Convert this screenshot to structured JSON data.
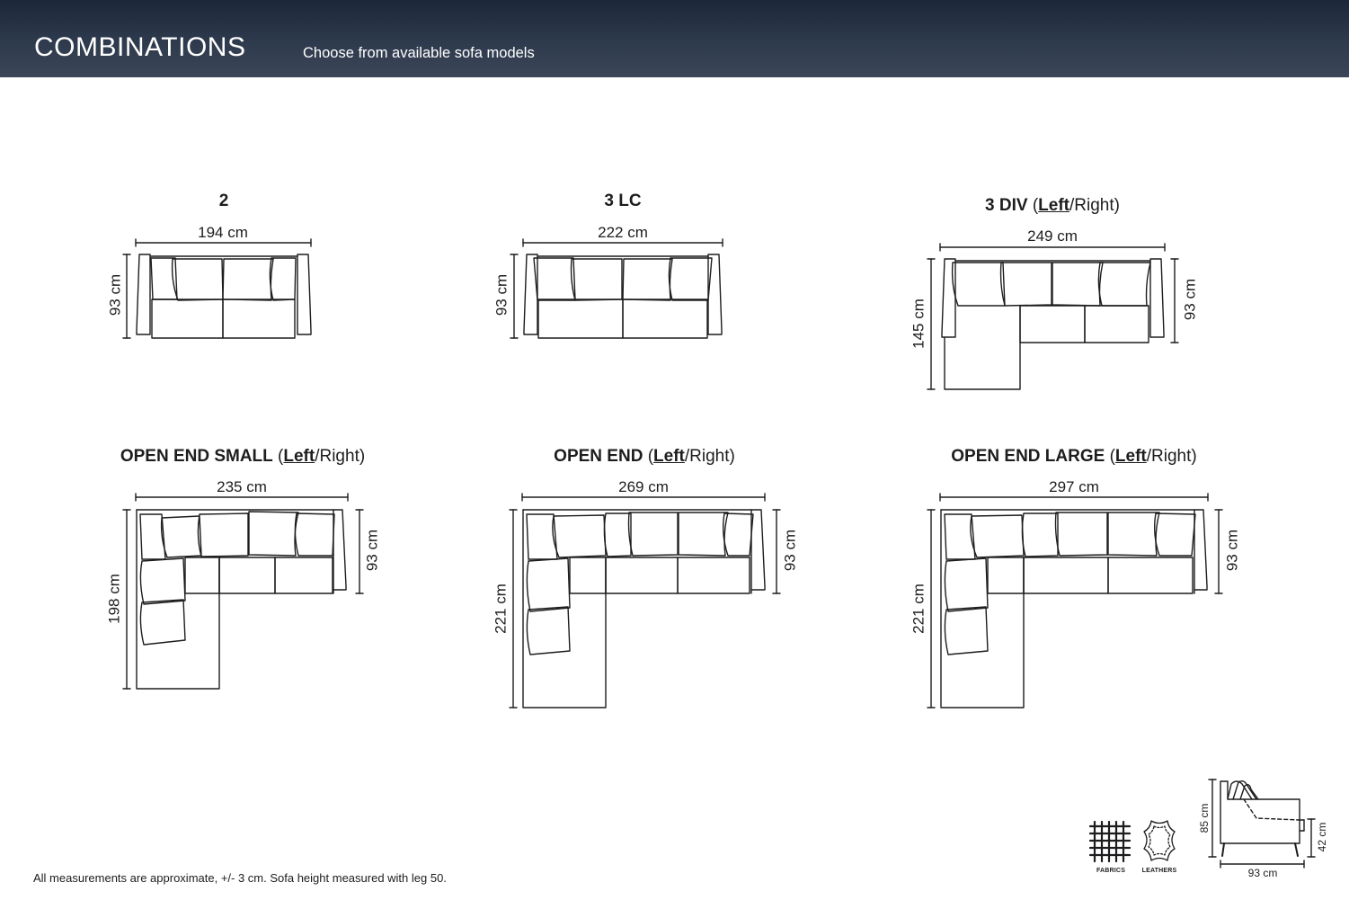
{
  "header": {
    "title": "COMBINATIONS",
    "subtitle": "Choose from available sofa models"
  },
  "variant_suffix": {
    "open": " (",
    "left": "Left",
    "sep": "/",
    "right": "Right",
    "close": ")"
  },
  "models": [
    {
      "name": "2",
      "width": "194 cm",
      "depth": "93 cm"
    },
    {
      "name": "3 LC",
      "width": "222 cm",
      "depth": "93 cm"
    },
    {
      "name": "3 DIV",
      "width": "249 cm",
      "depth": "93 cm",
      "chaise_depth": "145 cm"
    },
    {
      "name": "OPEN END SMALL",
      "width": "235 cm",
      "depth": "93 cm",
      "chaise_depth": "198 cm"
    },
    {
      "name": "OPEN END",
      "width": "269 cm",
      "depth": "93 cm",
      "chaise_depth": "221 cm"
    },
    {
      "name": "OPEN END LARGE",
      "width": "297 cm",
      "depth": "93 cm",
      "chaise_depth": "221 cm"
    }
  ],
  "materials": {
    "fabrics": "FABRICS",
    "leathers": "LEATHERS"
  },
  "side_view": {
    "height": "85 cm",
    "seat_height": "42 cm",
    "depth": "93 cm"
  },
  "footnote": "All measurements are approximate, +/- 3 cm. Sofa height measured with leg 50."
}
